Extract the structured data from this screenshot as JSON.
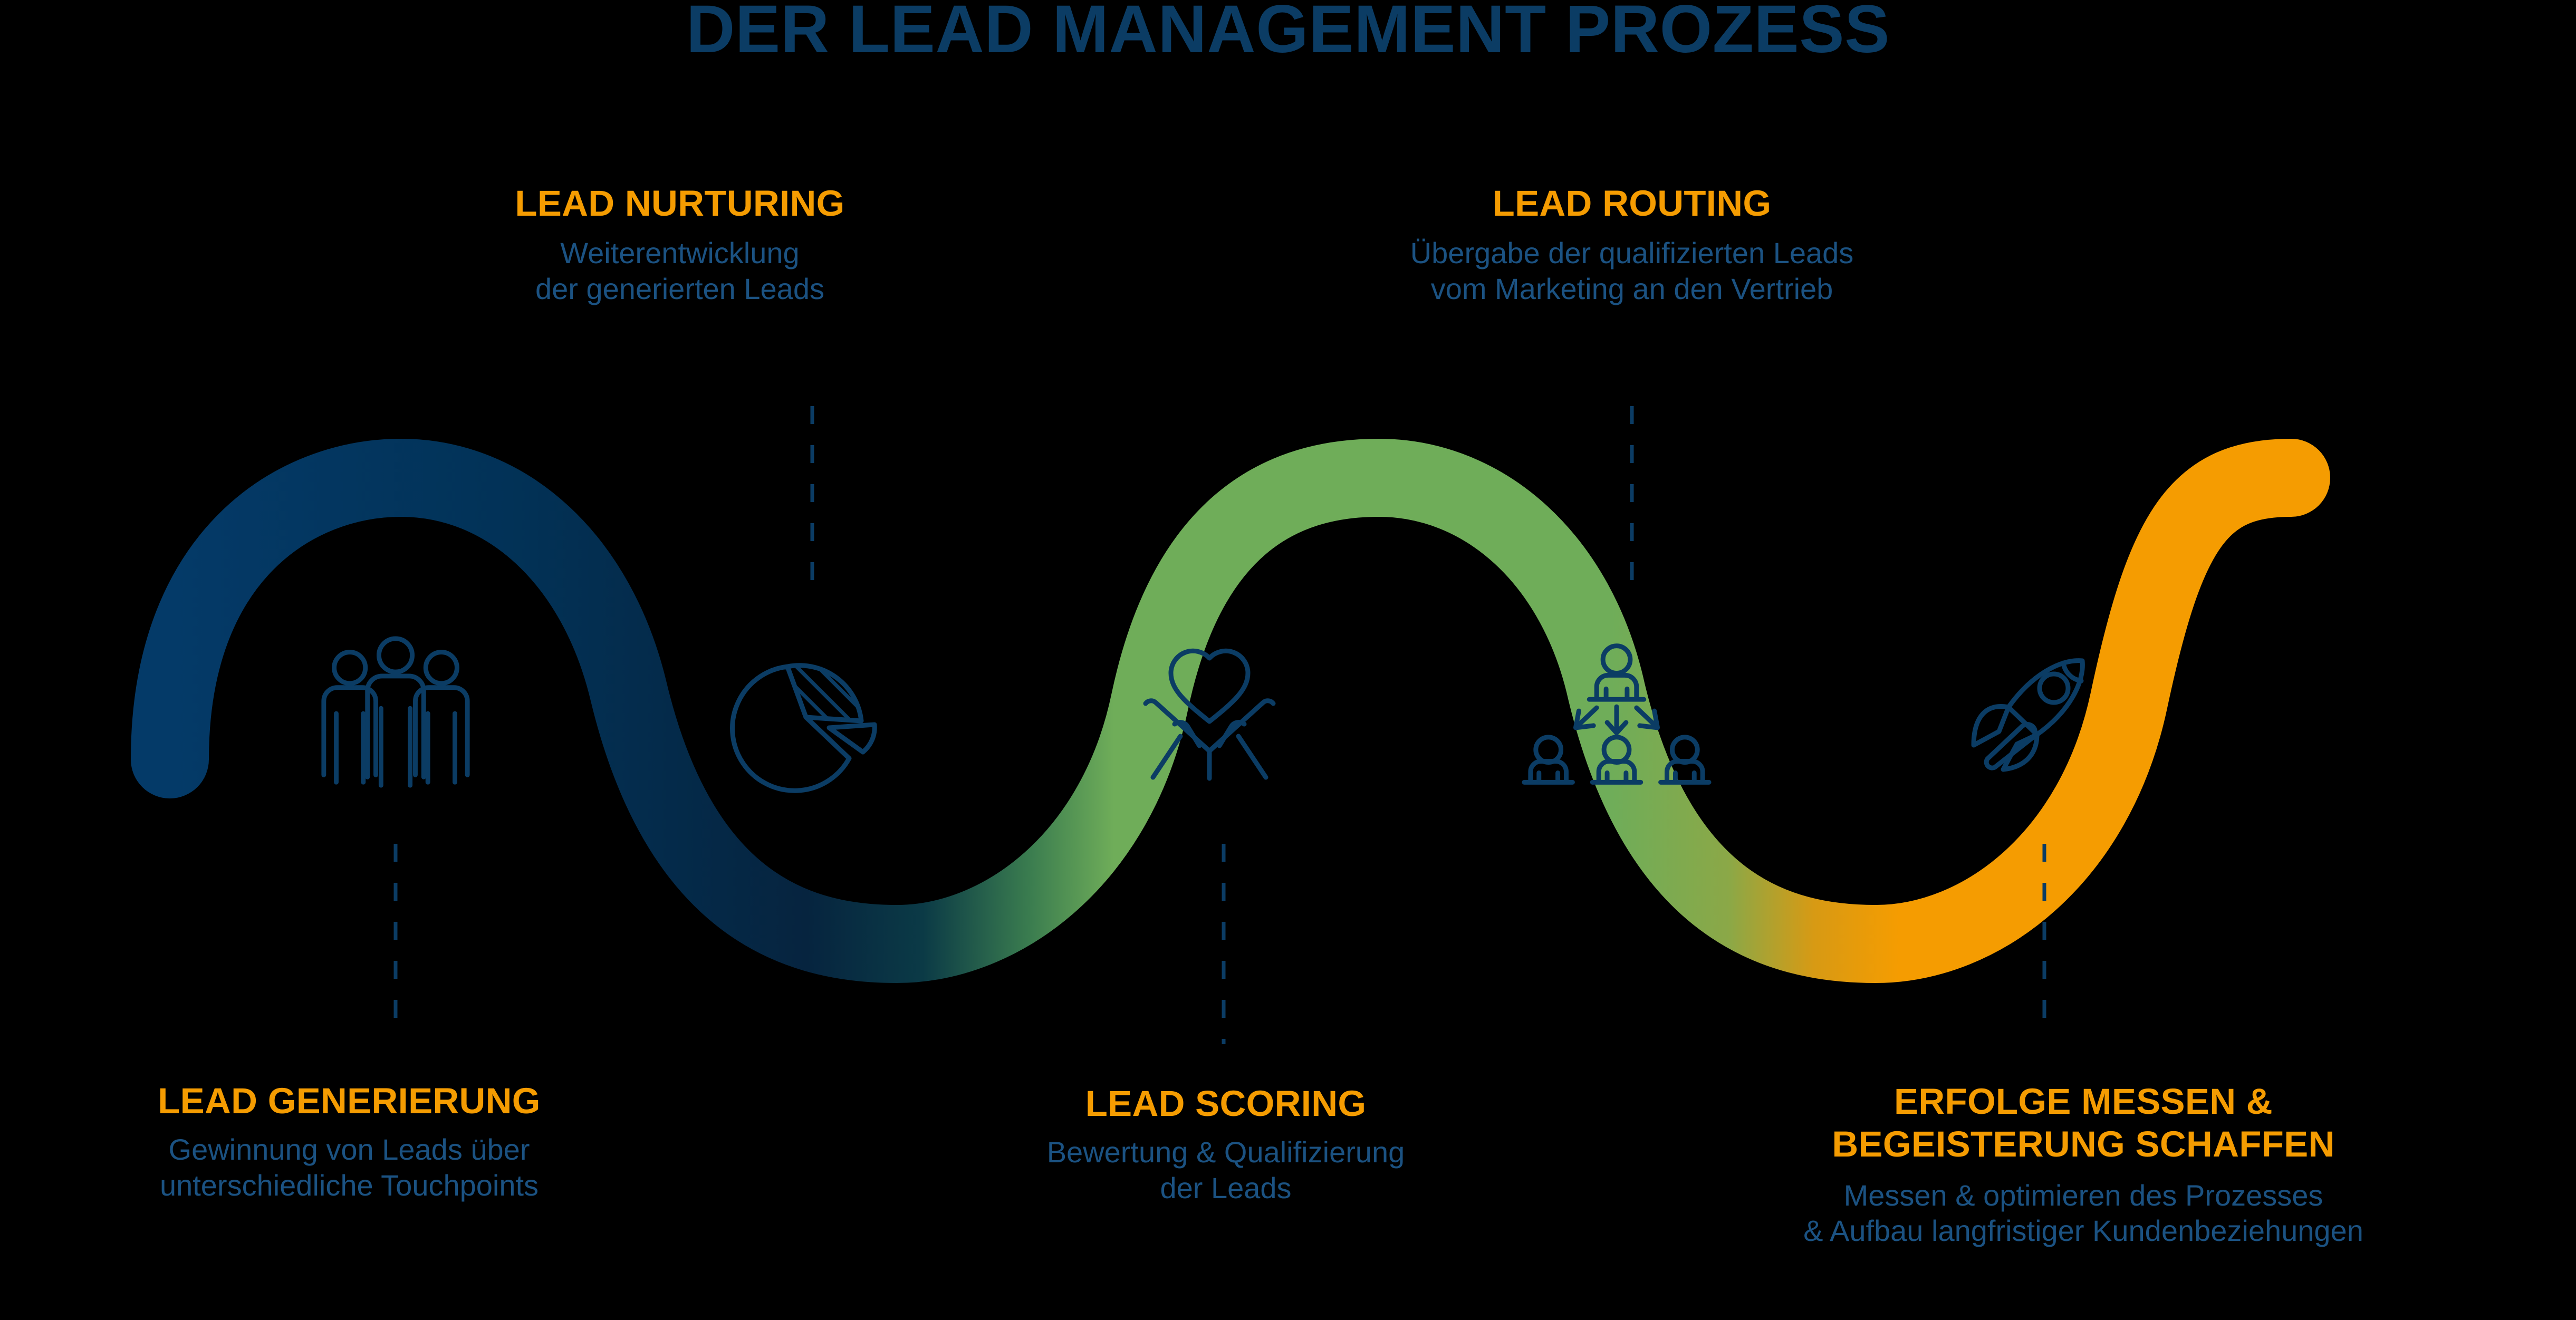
{
  "page": {
    "title": "DER LEAD MANAGEMENT PROZESS",
    "background_color": "#000000"
  },
  "colors": {
    "title_blue": "#0B3C64",
    "heading_orange": "#F59C01",
    "description_blue": "#1B5282",
    "wave_blue": "#043A68",
    "wave_dark_blue": "#06243F",
    "wave_green": "#6FAD59",
    "wave_orange": "#F59C01",
    "icon_stroke": "#0B3C64",
    "dashed_line": "#0B3C64"
  },
  "stages": [
    {
      "id": "lead-generierung",
      "position": "bottom",
      "heading": "LEAD GENERIERUNG",
      "description": "Gewinnung von Leads über\nunterschiedliche Touchpoints",
      "icon": "three-people-icon"
    },
    {
      "id": "lead-nurturing",
      "position": "top",
      "heading": "LEAD NURTURING",
      "description": "Weiterentwicklung\nder generierten Leads",
      "icon": "pie-chart-icon"
    },
    {
      "id": "lead-scoring",
      "position": "bottom",
      "heading": "LEAD SCORING",
      "description": "Bewertung & Qualifizierung\nder Leads",
      "icon": "heart-in-hands-icon"
    },
    {
      "id": "lead-routing",
      "position": "top",
      "heading": "LEAD ROUTING",
      "description": "Übergabe der qualifizierten Leads\nvom Marketing an den Vertrieb",
      "icon": "org-chart-icon"
    },
    {
      "id": "erfolge-messen",
      "position": "bottom",
      "heading": "ERFOLGE MESSEN &\nBEGEISTERUNG SCHAFFEN",
      "description": "Messen & optimieren des Prozesses\n& Aufbau langfristiger Kundenbeziehungen",
      "icon": "rocket-icon"
    }
  ],
  "chart_data": {
    "type": "diagram",
    "title": "DER LEAD MANAGEMENT PROZESS",
    "shape": "sine-wave-process-flow",
    "step_count": 5,
    "labels": [
      "LEAD GENERIERUNG",
      "LEAD NURTURING",
      "LEAD SCORING",
      "LEAD ROUTING",
      "ERFOLGE MESSEN & BEGEISTERUNG SCHAFFEN"
    ],
    "gradient_stops": [
      {
        "pos": 0.0,
        "color": "#043A68"
      },
      {
        "pos": 0.3,
        "color": "#06243F"
      },
      {
        "pos": 0.44,
        "color": "#6FAD59"
      },
      {
        "pos": 0.7,
        "color": "#6FAD59"
      },
      {
        "pos": 0.82,
        "color": "#F59C01"
      },
      {
        "pos": 1.0,
        "color": "#F59C01"
      }
    ]
  }
}
